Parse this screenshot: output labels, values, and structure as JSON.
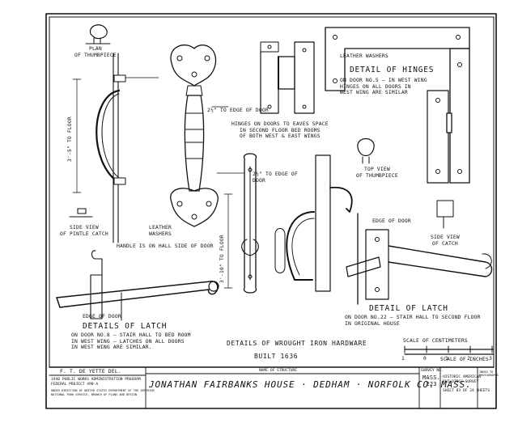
{
  "labels": {
    "plan_thumbpiece": "PLAN\nOF THUMBPIECE",
    "leather_washers_top": "LEATHER WASHERS",
    "detail_hinges_title": "DETAIL OF HINGES",
    "detail_hinges_sub": "ON DOOR NO.5 — IN WEST WING\nHINGES ON ALL DOORS IN\nWEST WING ARE SIMILAR",
    "edge_of_door_1": "2½\" TO EDGE OF DOOR",
    "hinges_note": "HINGES ON DOORS TO EAVES SPACE\nIN SECOND FLOOR BED ROOMS\nOF BOTH WEST & EAST WINGS",
    "top_view_thumbpiece": "TOP VIEW\nOF THUMBPIECE",
    "edge_of_door_2": "2½\" TO EDGE OF\nDOOR",
    "dim_left": "3'-5\" TO FLOOR",
    "dim_mid": "3'-10\" TO FLOOR",
    "side_view_pintle": "SIDE VIEW\nOF PINTLE CATCH",
    "leather_washers_mid": "LEATHER\nWASHERS",
    "handle_note": "HANDLE IS ON HALL SIDE OF DOOR",
    "edge_of_door_3": "EDGE OF DOOR",
    "side_view_catch": "SIDE VIEW\nOF CATCH",
    "edge_of_door_4": "EDGE OF DOOR",
    "details_latch_left_title": "DETAILS OF LATCH",
    "details_latch_left_sub": "ON DOOR NO.8 — STAIR HALL TO BED ROOM\nIN WEST WING — LATCHES ON ALL DOORS\nIN WEST WING ARE SIMILAR.",
    "detail_latch_right_title": "DETAIL OF LATCH",
    "detail_latch_right_sub": "ON DOOR NO.22 — STAIR HALL TO SECOND FLOOR\nIN ORIGINAL HOUSE",
    "main_caption": "DETAILS OF WROUGHT IRON HARDWARE",
    "built": "BUILT 1636",
    "scale_cm": "SCALE OF CENTIMETERS",
    "scale_ticks": [
      "1",
      "0",
      "1",
      "2",
      "3"
    ],
    "scale_in": "SCALE OF INCHES",
    "delineator": "F. T. DE YETTE DEL."
  },
  "title_block": {
    "project": "1940 PUBLIC WORKS ADMINISTRATION PROGRAM\nFEDERAL PROJECT 498-A",
    "agency": "UNDER DIRECTION OF UNITED STATES DEPARTMENT OF THE INTERIOR\nNATIONAL PARK SERVICE, BRANCH OF PLANS AND DESIGN",
    "name_of_structure_label": "NAME OF STRUCTURE",
    "structure_name": "JONATHAN FAIRBANKS HOUSE · DEDHAM · NORFOLK CO. MASS.",
    "survey_no_label": "SURVEY NO.",
    "survey_no": "MASS.\n223",
    "survey_name": "HISTORIC AMERICAN\nBUILDINGS SURVEY",
    "sheet": "SHEET 83 OF 24 SHEETS",
    "index_label": "INDEX TO\nPHOTOGRAPHS"
  }
}
